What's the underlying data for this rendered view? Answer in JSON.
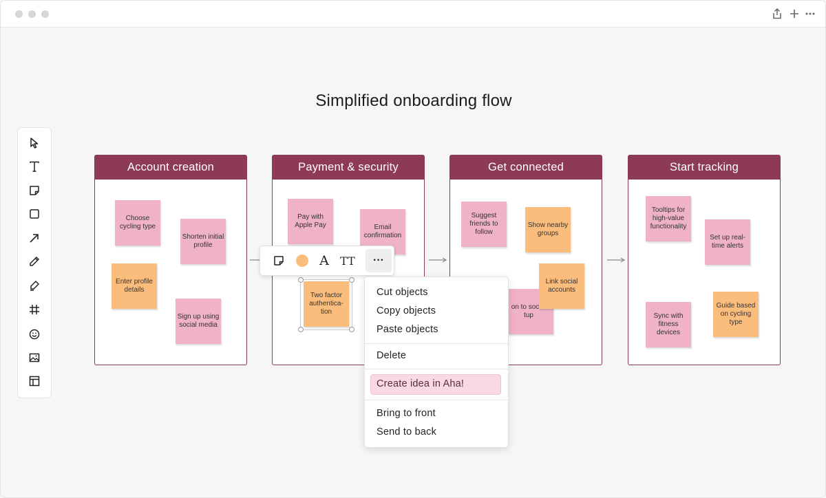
{
  "board": {
    "title": "Simplified onboarding flow"
  },
  "columns": [
    {
      "title": "Account creation",
      "notes": [
        {
          "text": "Choose cycling type",
          "color": "pink"
        },
        {
          "text": "Shorten initial profile",
          "color": "pink"
        },
        {
          "text": "Enter profile details",
          "color": "orange"
        },
        {
          "text": "Sign up using social media",
          "color": "pink"
        }
      ]
    },
    {
      "title": "Payment & security",
      "notes": [
        {
          "text": "Pay with Apple Pay",
          "color": "pink"
        },
        {
          "text": "Email confirmation",
          "color": "pink"
        },
        {
          "text": "Two factor authentica-tion",
          "color": "orange"
        }
      ]
    },
    {
      "title": "Get connected",
      "notes": [
        {
          "text": "Suggest friends to follow",
          "color": "pink"
        },
        {
          "text": "Show nearby groups",
          "color": "orange"
        },
        {
          "text": "Link social accounts",
          "color": "orange"
        },
        {
          "text": "on to social tup",
          "color": "pink"
        }
      ]
    },
    {
      "title": "Start tracking",
      "notes": [
        {
          "text": "Tooltips for high-value functionality",
          "color": "pink"
        },
        {
          "text": "Set up real-time alerts",
          "color": "pink"
        },
        {
          "text": "Sync with fitness devices",
          "color": "pink"
        },
        {
          "text": "Guide based on cycling type",
          "color": "orange"
        }
      ]
    }
  ],
  "context_menu": {
    "cut": "Cut objects",
    "copy": "Copy objects",
    "paste": "Paste objects",
    "delete": "Delete",
    "create_idea": "Create idea in Aha!",
    "bring_front": "Bring to front",
    "send_back": "Send to back"
  },
  "float_toolbar": {
    "more": "···",
    "text_label": "A",
    "text_size_label": "TT",
    "color": "#fbbd7c"
  },
  "colors": {
    "header": "#8d3a55",
    "pink_note": "#efb2c8",
    "orange_note": "#fbbd7c",
    "highlight": "#f8d9e5"
  },
  "icons": {
    "toolbar": [
      "select-icon",
      "text-icon",
      "sticky-note-icon",
      "shape-icon",
      "arrow-icon",
      "pen-icon",
      "highlighter-icon",
      "frame-icon",
      "emoji-icon",
      "image-icon",
      "template-icon"
    ],
    "titlebar": [
      "share-icon",
      "plus-icon",
      "more-icon"
    ]
  }
}
